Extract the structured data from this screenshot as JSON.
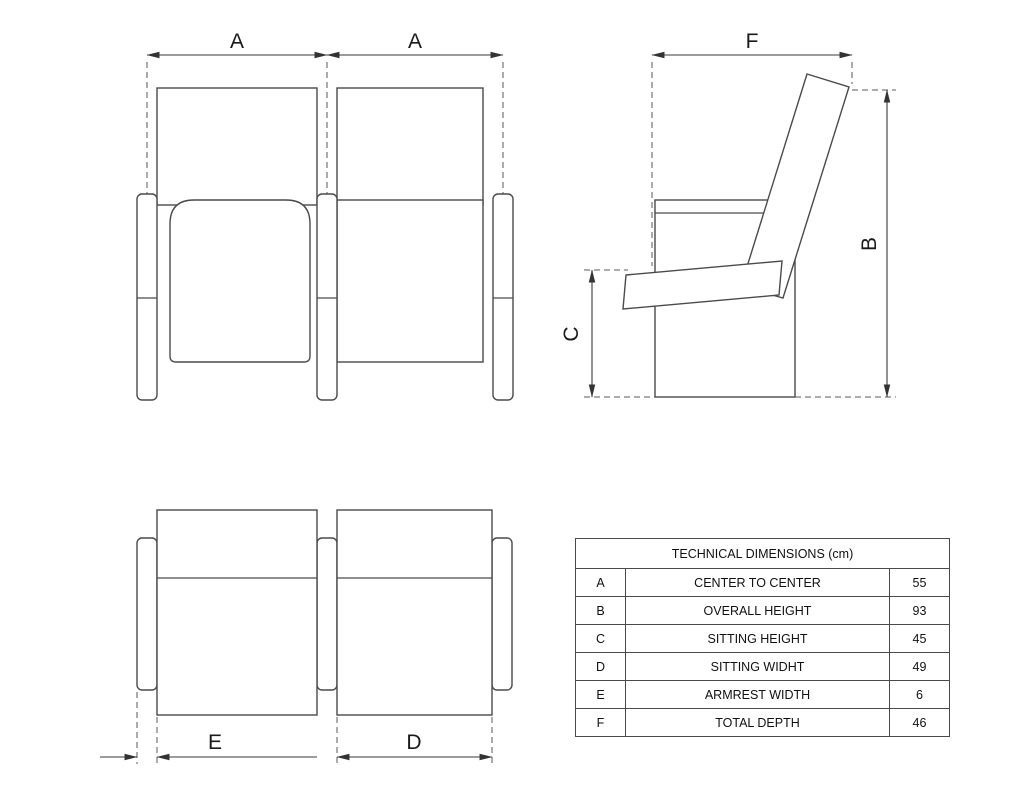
{
  "colors": {
    "line": "#4a4a4a",
    "dimension_line": "#3a3a3a",
    "text": "#1a1a1a",
    "table_border": "#4a4a4a",
    "background": "#ffffff"
  },
  "views": {
    "front": {
      "dim_labels": {
        "a1": "A",
        "a2": "A"
      }
    },
    "side": {
      "dim_labels": {
        "f": "F",
        "b": "B",
        "c": "C"
      }
    },
    "plan": {
      "dim_labels": {
        "e": "E",
        "d": "D"
      }
    }
  },
  "table": {
    "title": "TECHNICAL DIMENSIONS (cm)",
    "rows": [
      {
        "letter": "A",
        "name": "CENTER TO CENTER",
        "value": "55"
      },
      {
        "letter": "B",
        "name": "OVERALL HEIGHT",
        "value": "93"
      },
      {
        "letter": "C",
        "name": "SITTING HEIGHT",
        "value": "45"
      },
      {
        "letter": "D",
        "name": "SITTING WIDHT",
        "value": "49"
      },
      {
        "letter": "E",
        "name": "ARMREST WIDTH",
        "value": "6"
      },
      {
        "letter": "F",
        "name": "TOTAL DEPTH",
        "value": "46"
      }
    ]
  }
}
